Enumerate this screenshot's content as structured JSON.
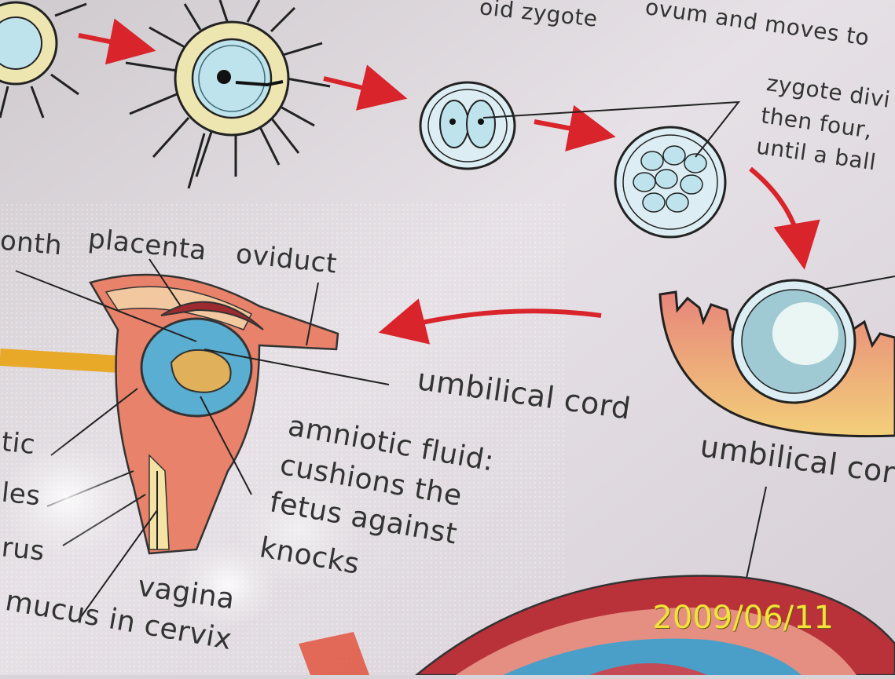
{
  "labels": {
    "haploid_zygote": "oid zygote",
    "ovum_moves": "ovum and moves to",
    "zygote_divides_1": "zygote divi",
    "zygote_divides_2": "then four,",
    "zygote_divides_3": "until a ball",
    "month": "onth",
    "placenta": "placenta",
    "oviduct": "oviduct",
    "umbilical_cord_left": "umbilical cord",
    "umbilical_cord_right": "umbilical cord",
    "amniotic_1": "amniotic fluid:",
    "amniotic_2": "cushions the",
    "amniotic_3": "fetus against",
    "amniotic_4": "knocks",
    "vagina": "vagina",
    "mucus": "mucus in cervix",
    "left_fragment_1": "tic",
    "left_fragment_2": "les",
    "left_fragment_3": "rus"
  },
  "timestamp": "2009/06/11",
  "colors": {
    "paper": "#d9d4da",
    "arrow": "#d8242a",
    "cell_fill": "#bfe3ec",
    "halo": "#eee6b0",
    "uterus": "#e8826a",
    "stamp": "#f2e23a"
  }
}
